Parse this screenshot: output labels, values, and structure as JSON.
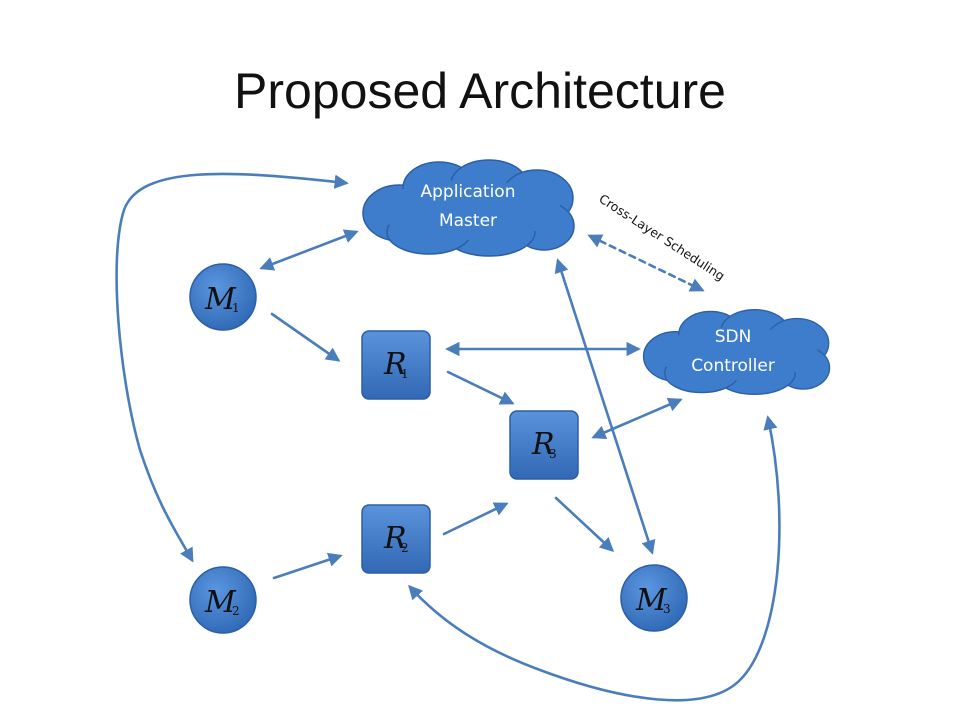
{
  "title": "Proposed Architecture",
  "nodes": {
    "app_master": {
      "line1": "Application",
      "line2": "Master"
    },
    "sdn": {
      "line1": "SDN",
      "line2": "Controller"
    },
    "m1": {
      "letter": "M",
      "sub": "1"
    },
    "m2": {
      "letter": "M",
      "sub": "2"
    },
    "m3": {
      "letter": "M",
      "sub": "3"
    },
    "r1": {
      "letter": "R",
      "sub": "1"
    },
    "r2": {
      "letter": "R",
      "sub": "2"
    },
    "r3": {
      "letter": "R",
      "sub": "3"
    }
  },
  "annotation": "Cross-Layer Scheduling",
  "colors": {
    "node_fill": "#3e7dcc",
    "node_dark": "#2b5fa6",
    "arrow": "#4a7ebb"
  }
}
